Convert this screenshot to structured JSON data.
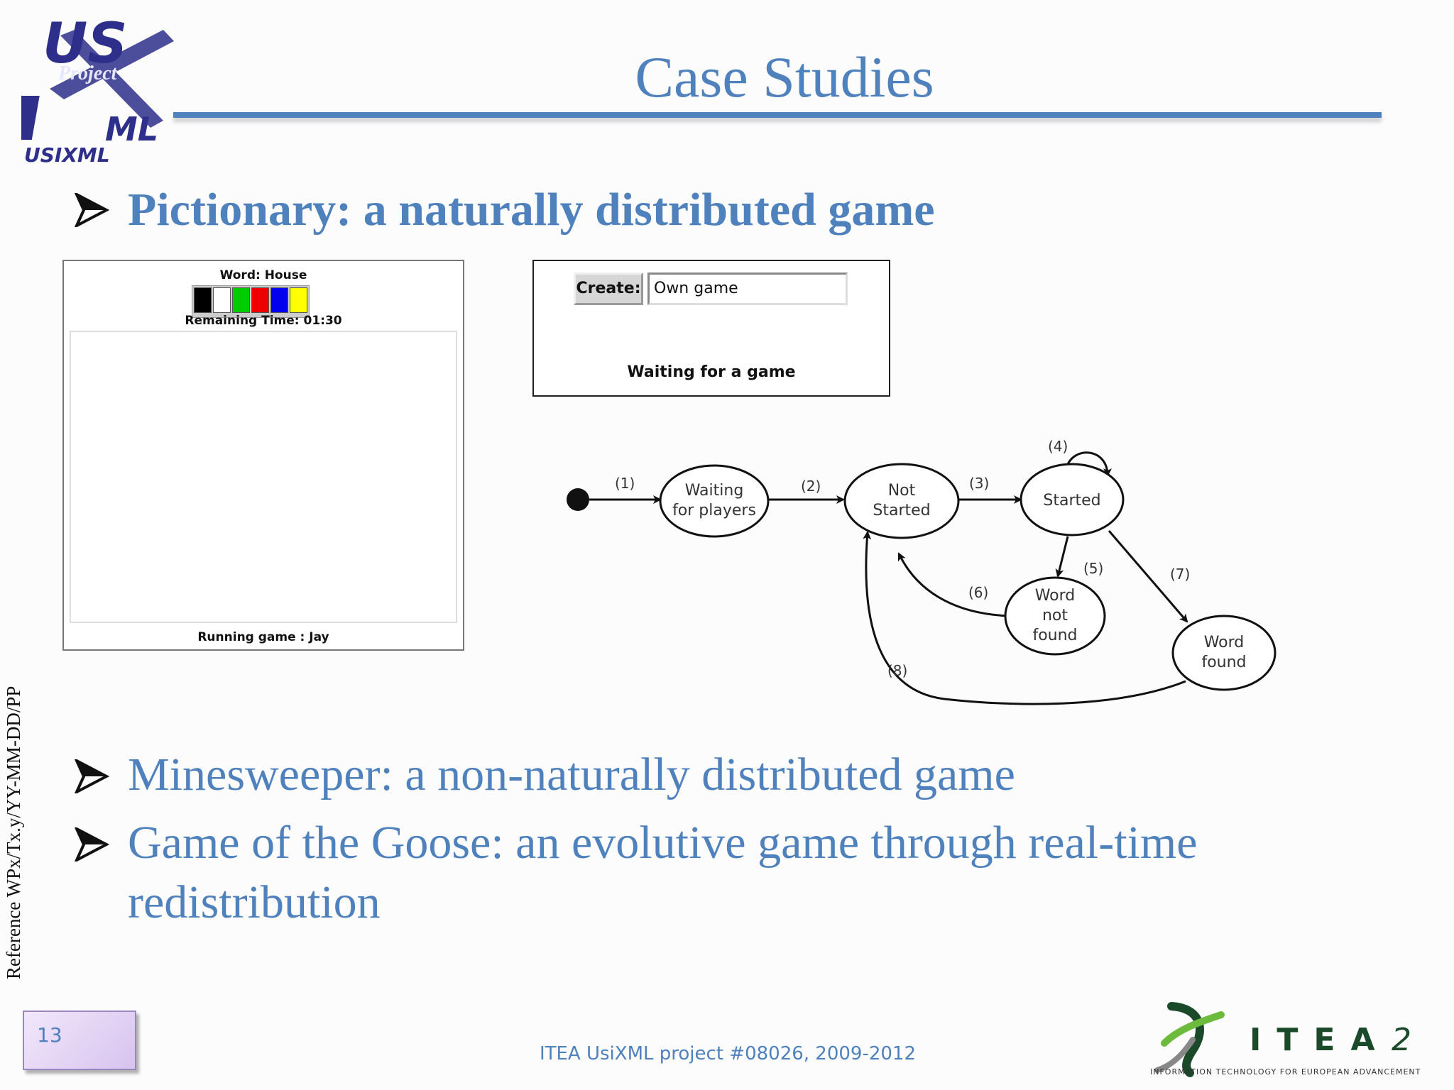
{
  "logo": {
    "text_top": "US",
    "text_project": "Project",
    "text_ml": "ML",
    "text_bottom": "USIXML"
  },
  "title": "Case Studies",
  "bullets": [
    "Pictionary: a naturally distributed game",
    "Minesweeper: a non-naturally distributed game",
    "Game of the Goose: an evolutive game through real-time redistribution"
  ],
  "pictionary_window": {
    "word": "Word: House",
    "palette": [
      "#000000",
      "#ffffff",
      "#00cc00",
      "#ee0000",
      "#0000ee",
      "#ffff00"
    ],
    "remaining_time": "Remaining Time:  01:30",
    "running_game": "Running game : Jay"
  },
  "create_window": {
    "button": "Create:",
    "input_value": "Own game",
    "status": "Waiting for a game"
  },
  "state_diagram": {
    "states": {
      "waiting": [
        "Waiting",
        "for players"
      ],
      "not_started": [
        "Not",
        "Started"
      ],
      "started": [
        "Started"
      ],
      "word_not_found": [
        "Word",
        "not",
        "found"
      ],
      "word_found": [
        "Word",
        "found"
      ]
    },
    "transitions": [
      "(1)",
      "(2)",
      "(3)",
      "(4)",
      "(5)",
      "(6)",
      "(7)",
      "(8)"
    ]
  },
  "side_reference": "Reference WPx/Tx.y/YY-MM-DD/PP",
  "page_number": "13",
  "footer": "ITEA UsiXML project #08026, 2009-2012",
  "itea": {
    "name": "ITEA",
    "number": "2",
    "tagline": "INFORMATION TECHNOLOGY FOR EUROPEAN ADVANCEMENT"
  }
}
